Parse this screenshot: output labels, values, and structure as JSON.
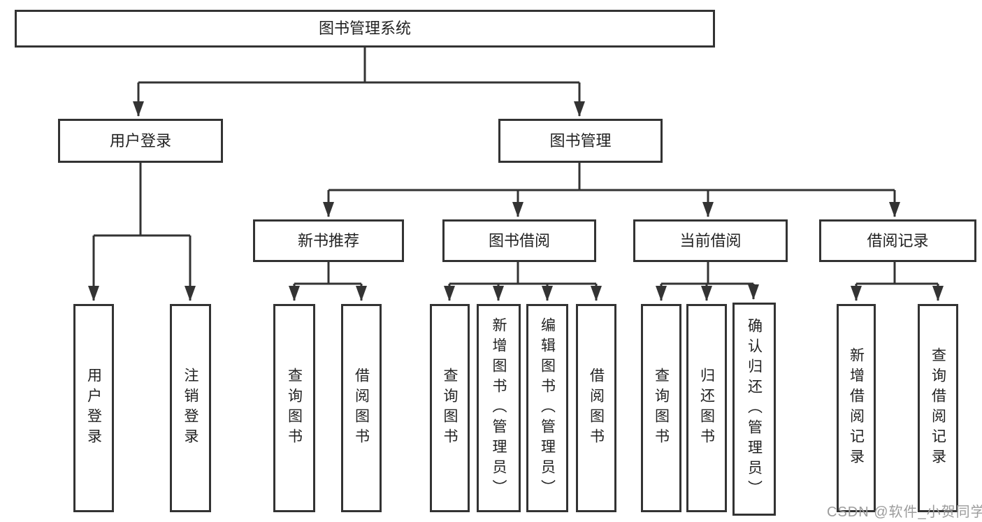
{
  "colors": {
    "line": "#333333",
    "box_border": "#333333",
    "box_fill": "#ffffff",
    "label_text": "#222222",
    "watermark_text": "#9c9c9c",
    "background": "#ffffff"
  },
  "tree": {
    "root": {
      "label": "图书管理系统"
    },
    "branches": [
      {
        "label": "用户登录",
        "leaves": [
          {
            "label": "用户登录"
          },
          {
            "label": "注销登录"
          }
        ]
      },
      {
        "label": "图书管理",
        "groups": [
          {
            "label": "新书推荐",
            "leaves": [
              {
                "label": "查询图书"
              },
              {
                "label": "借阅图书"
              }
            ]
          },
          {
            "label": "图书借阅",
            "leaves": [
              {
                "label": "查询图书"
              },
              {
                "label": "新增图书（管理员）"
              },
              {
                "label": "编辑图书（管理员）"
              },
              {
                "label": "借阅图书"
              }
            ]
          },
          {
            "label": "当前借阅",
            "leaves": [
              {
                "label": "查询图书"
              },
              {
                "label": "归还图书"
              },
              {
                "label": "确认归还（管理员）"
              }
            ]
          },
          {
            "label": "借阅记录",
            "leaves": [
              {
                "label": "新增借阅记录"
              },
              {
                "label": "查询借阅记录"
              }
            ]
          }
        ]
      }
    ]
  },
  "watermark": {
    "text": "CSDN @软件_小贺同学"
  }
}
